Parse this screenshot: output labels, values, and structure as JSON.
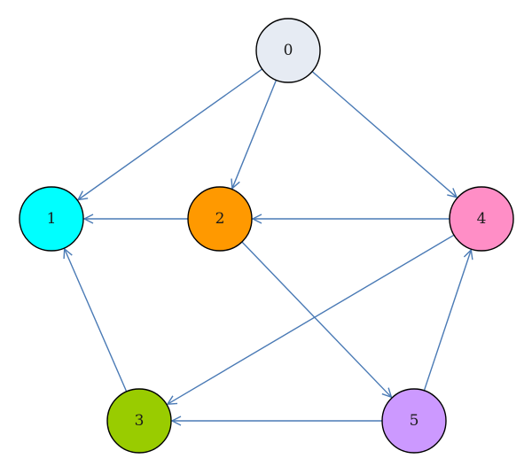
{
  "graph": {
    "edge_color": "#4a7ab5",
    "nodes": [
      {
        "id": "0",
        "label": "0",
        "color": "#e6ebf3"
      },
      {
        "id": "1",
        "label": "1",
        "color": "#00ffff"
      },
      {
        "id": "2",
        "label": "2",
        "color": "#ff9900"
      },
      {
        "id": "3",
        "label": "3",
        "color": "#99cc00"
      },
      {
        "id": "4",
        "label": "4",
        "color": "#ff8ec6"
      },
      {
        "id": "5",
        "label": "5",
        "color": "#cc99ff"
      }
    ],
    "edges": [
      {
        "from": "0",
        "to": "1"
      },
      {
        "from": "0",
        "to": "2"
      },
      {
        "from": "0",
        "to": "4"
      },
      {
        "from": "2",
        "to": "1"
      },
      {
        "from": "4",
        "to": "2"
      },
      {
        "from": "2",
        "to": "5"
      },
      {
        "from": "3",
        "to": "1"
      },
      {
        "from": "4",
        "to": "3"
      },
      {
        "from": "5",
        "to": "4"
      },
      {
        "from": "5",
        "to": "3"
      }
    ]
  }
}
